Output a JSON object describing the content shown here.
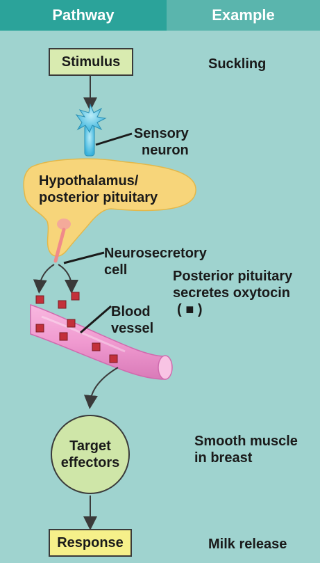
{
  "header": {
    "pathway": "Pathway",
    "example": "Example"
  },
  "pathway": {
    "stimulus": "Stimulus",
    "sensory_neuron": [
      "Sensory",
      "neuron"
    ],
    "hypothalamus": [
      "Hypothalamus/",
      "posterior pituitary"
    ],
    "neurosecretory": [
      "Neurosecretory",
      "cell"
    ],
    "blood_vessel": [
      "Blood",
      "vessel"
    ],
    "target": [
      "Target",
      "effectors"
    ],
    "response": "Response"
  },
  "example": {
    "stimulus": "Suckling",
    "secretion": [
      "Posterior pituitary",
      "secretes oxytocin",
      "( ■ )"
    ],
    "effector": [
      "Smooth muscle",
      "in breast"
    ],
    "response": "Milk release"
  },
  "colors": {
    "background": "#9fd3cf",
    "header_left": "#2ba39a",
    "header_right": "#5ab5ad",
    "stimulus_box": "#d9ebb0",
    "hypothalamus": "#f7d57a",
    "blood_vessel": "#f09ad0",
    "target_circle": "#cfe6a8",
    "response_box": "#f6f08a",
    "hormone": "#c3303a",
    "neuron": "#58c8e8"
  }
}
